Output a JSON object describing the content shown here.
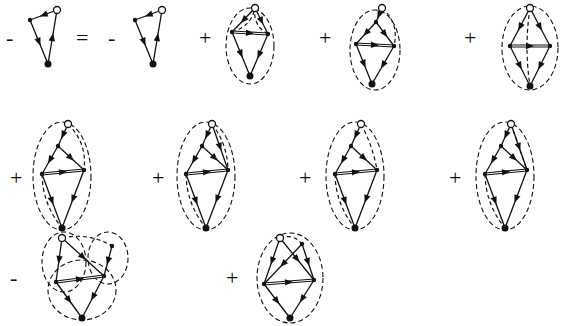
{
  "diagram": {
    "labels": [
      "-",
      "=",
      "-",
      "+",
      "+",
      "+",
      "+",
      "+",
      "+",
      "+",
      "-",
      "+"
    ]
  }
}
